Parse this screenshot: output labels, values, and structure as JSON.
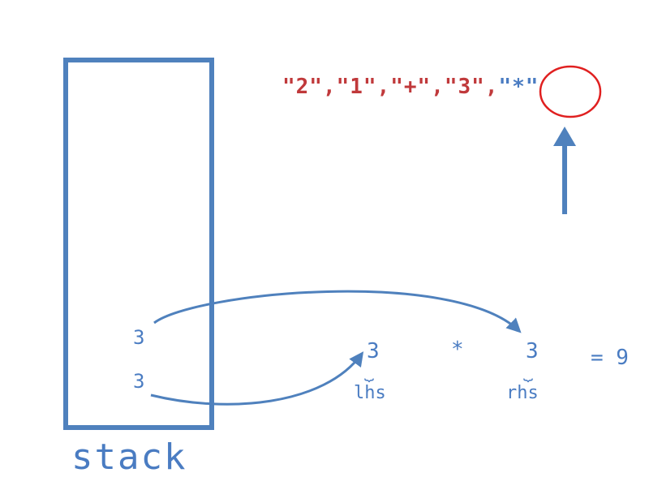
{
  "tokens": {
    "t0": "\"2\"",
    "sep0": ",",
    "t1": "\"1\"",
    "sep1": ",",
    "t2": "\"+\"",
    "sep2": ",",
    "t3": "\"3\"",
    "sep3": ",",
    "t4": "\"*\""
  },
  "stack": {
    "label": "stack",
    "items": [
      "3",
      "3"
    ]
  },
  "expression": {
    "lhs_value": "3",
    "operator": "*",
    "rhs_value": "3",
    "result": "= 9",
    "lhs_label": "lhs",
    "rhs_label": "rhs",
    "brace": "⏟"
  },
  "colors": {
    "blue": "#4f81bd",
    "red": "#c0393b",
    "circle": "#e02020"
  }
}
